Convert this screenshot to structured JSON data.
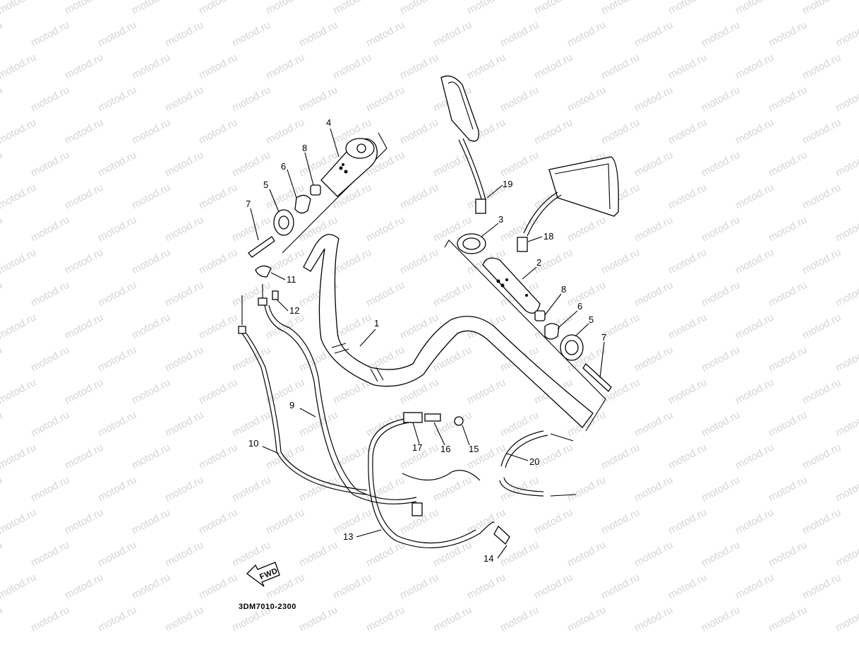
{
  "watermark_text": "motod.ru",
  "diagram_code": "3DM7010-2300",
  "fwd_label": "FWD",
  "callouts": [
    {
      "id": "p1",
      "label": "1"
    },
    {
      "id": "p2",
      "label": "2"
    },
    {
      "id": "p3",
      "label": "3"
    },
    {
      "id": "p4",
      "label": "4"
    },
    {
      "id": "p5a",
      "label": "5"
    },
    {
      "id": "p5b",
      "label": "5"
    },
    {
      "id": "p6a",
      "label": "6"
    },
    {
      "id": "p6b",
      "label": "6"
    },
    {
      "id": "p7a",
      "label": "7"
    },
    {
      "id": "p7b",
      "label": "7"
    },
    {
      "id": "p8a",
      "label": "8"
    },
    {
      "id": "p8b",
      "label": "8"
    },
    {
      "id": "p9",
      "label": "9"
    },
    {
      "id": "p10",
      "label": "10"
    },
    {
      "id": "p11",
      "label": "11"
    },
    {
      "id": "p12",
      "label": "12"
    },
    {
      "id": "p13",
      "label": "13"
    },
    {
      "id": "p14",
      "label": "14"
    },
    {
      "id": "p15",
      "label": "15"
    },
    {
      "id": "p16",
      "label": "16"
    },
    {
      "id": "p17",
      "label": "17"
    },
    {
      "id": "p18",
      "label": "18"
    },
    {
      "id": "p19",
      "label": "19"
    },
    {
      "id": "p20",
      "label": "20"
    }
  ]
}
